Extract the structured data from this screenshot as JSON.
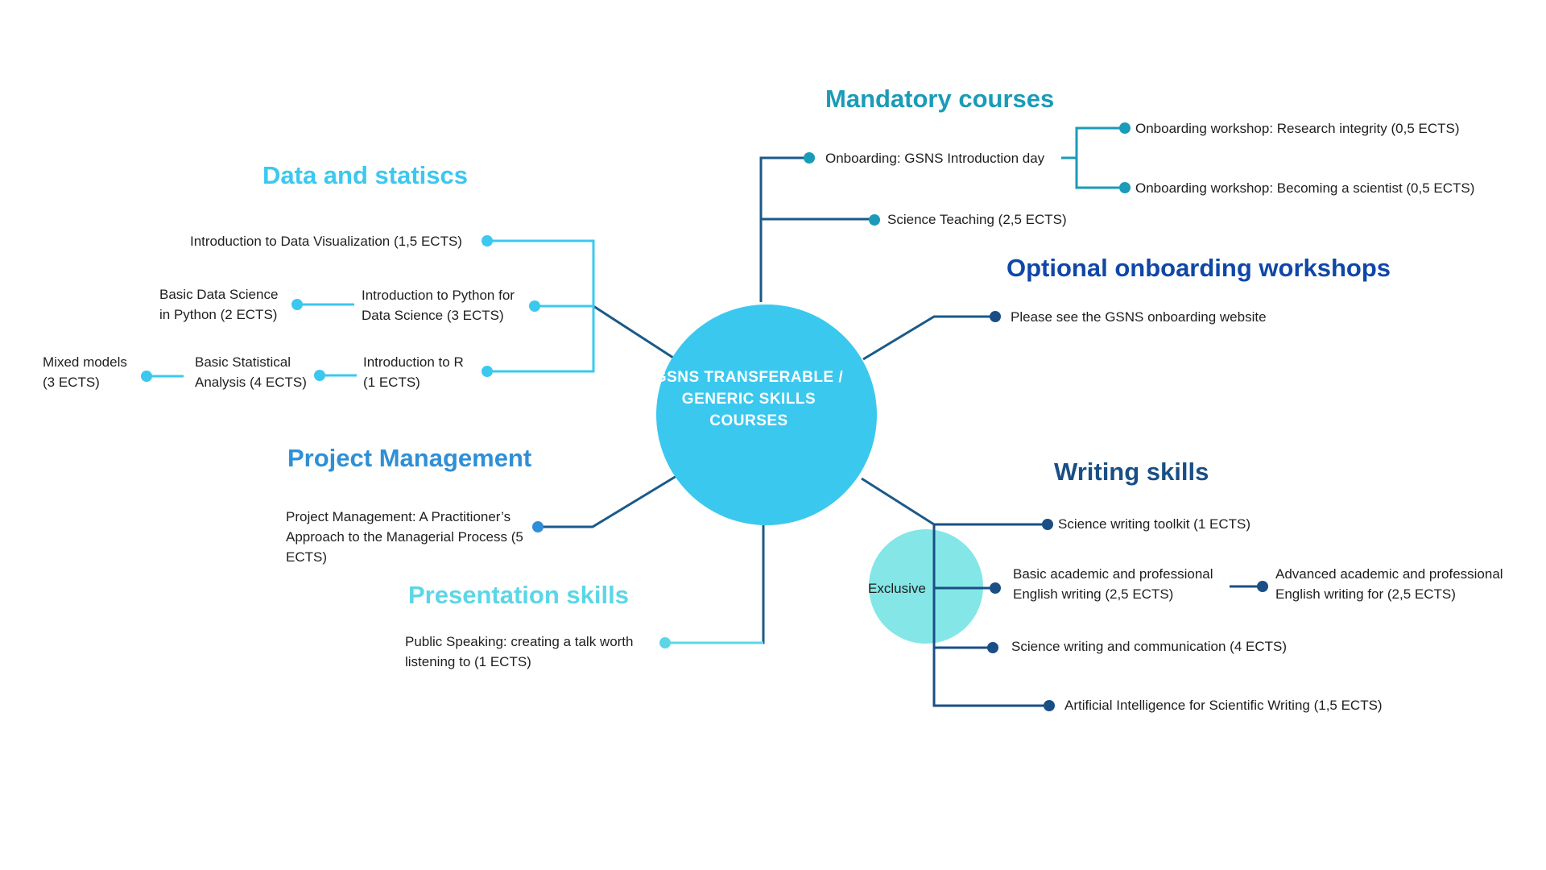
{
  "center": {
    "title": "GSNS TRANSFERABLE / GENERIC SKILLS COURSES"
  },
  "colors": {
    "center": "#3bc8ef",
    "data_stats": "#3bc8ef",
    "mandatory": "#1a9bb8",
    "mandatory_trunk": "#1a5a8a",
    "optional": "#0f47a8",
    "project": "#2f8fd6",
    "presentation": "#5cd6e6",
    "writing": "#1a4f85",
    "exclusive_fill": "#84e6e6"
  },
  "sections": {
    "mandatory": {
      "title": "Mandatory courses",
      "intro_day": "Onboarding: GSNS Introduction day",
      "research_integrity": "Onboarding workshop: Research integrity (0,5 ECTS)",
      "becoming_scientist": "Onboarding workshop: Becoming a scientist (0,5 ECTS)",
      "science_teaching": "Science Teaching (2,5 ECTS)"
    },
    "optional": {
      "title": "Optional onboarding workshops",
      "website": "Please see the GSNS onboarding website"
    },
    "data_stats": {
      "title": "Data and statiscs",
      "data_viz": "Introduction to Data Visualization (1,5 ECTS)",
      "python_intro": "Introduction to Python for Data Science (3 ECTS)",
      "python_basic": "Basic Data Science in Python (2 ECTS)",
      "r_intro": "Introduction to R (1 ECTS)",
      "stat_basic": "Basic Statistical Analysis (4 ECTS)",
      "mixed_models": "Mixed models (3 ECTS)"
    },
    "project": {
      "title": "Project Management",
      "course": "Project Management: A Practitioner’s Approach to the Managerial Process (5 ECTS)"
    },
    "presentation": {
      "title": "Presentation skills",
      "course": "Public Speaking: creating a talk worth listening to (1 ECTS)"
    },
    "writing": {
      "title": "Writing skills",
      "toolkit": "Science writing toolkit (1 ECTS)",
      "basic_english": "Basic academic and professional English writing (2,5 ECTS)",
      "advanced_english": "Advanced academic and professional English writing for (2,5 ECTS)",
      "communication": "Science writing and communication (4 ECTS)",
      "ai": "Artificial Intelligence for Scientific Writing (1,5 ECTS)",
      "exclusive": "Exclusive"
    }
  }
}
